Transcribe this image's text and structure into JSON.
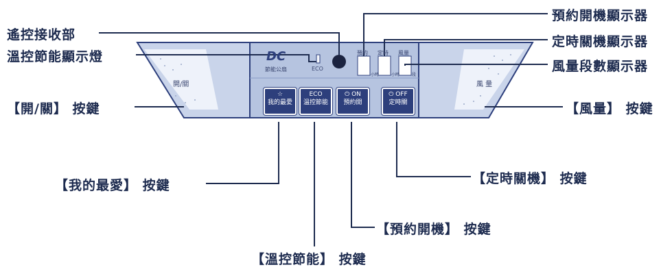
{
  "labels": {
    "remote_receiver": "遙控接收部",
    "eco_indicator": "溫控節能顯示燈",
    "power_key": "【開/關】 按鍵",
    "favorite_key": "【我的最愛】 按鍵",
    "eco_key": "【溫控節能】 按鍵",
    "on_timer_key": "【預約開機】 按鍵",
    "off_timer_key": "【定時關機】 按鍵",
    "fan_key": "【風量】 按鍵",
    "on_timer_display": "預約開機顯示器",
    "off_timer_display": "定時關機顯示器",
    "fan_display": "風量段數顯示器"
  },
  "panel": {
    "logo": "DC",
    "logo_sub": "節能公扇",
    "eco_small": "ECO",
    "left_side": "開/關",
    "right_side": "風 量",
    "disp_on": "預約",
    "disp_off": "定時",
    "disp_fan": "風量",
    "disp_on_unit": "小時",
    "disp_off_unit": "小時",
    "disp_fan_unit": "段",
    "buttons": [
      {
        "icon": "☆",
        "label": "我的最愛"
      },
      {
        "icon": "ECO",
        "label": "溫控節能"
      },
      {
        "icon": "⏻ ON",
        "label": "預約開"
      },
      {
        "icon": "⏻ OFF",
        "label": "定時關"
      }
    ]
  },
  "colors": {
    "panel_blue": "#2d3f7c",
    "panel_bg": "#b6c4e0",
    "line": "#1c2a4e"
  }
}
